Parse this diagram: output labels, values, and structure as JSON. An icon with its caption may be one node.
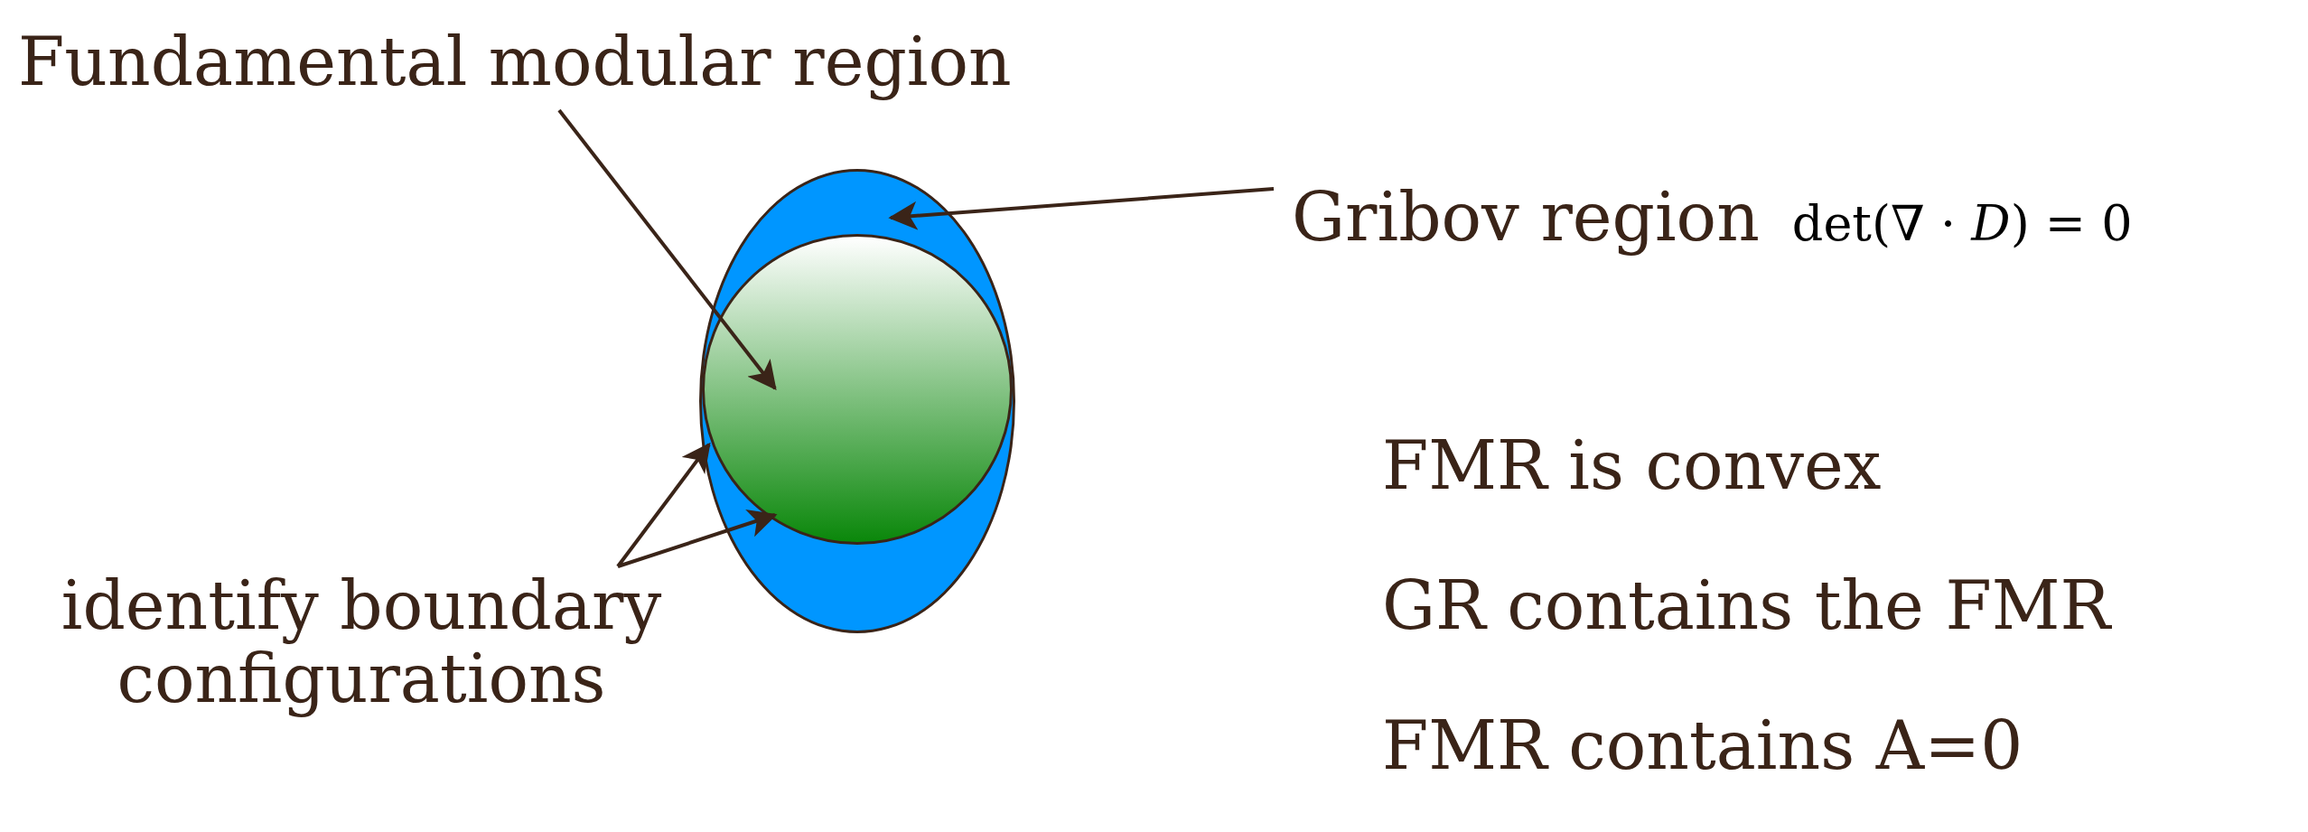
{
  "diagram": {
    "nodes": [
      {
        "text": [],
        "shape": "ellipse"
      },
      {
        "text": [],
        "shape": "circle",
        "in": 0
      },
      {
        "text": [
          "Fundamental modular region"
        ]
      },
      {
        "text": [
          "Gribov region",
          "det(∇ · *D*) = 0"
        ]
      },
      {
        "text": [
          "identify boundary configurations"
        ]
      }
    ],
    "edges": [
      {
        "from": 2,
        "to": 1,
        "arrow": "to"
      },
      {
        "from": 3,
        "to": 0,
        "arrow": "to"
      },
      {
        "from": 4,
        "to": 1,
        "arrow": "to"
      },
      {
        "from": 4,
        "to": 1,
        "arrow": "to"
      }
    ],
    "labels": [
      "FMR is convex",
      "GR contains the FMR",
      "FMR contains A=0"
    ]
  }
}
